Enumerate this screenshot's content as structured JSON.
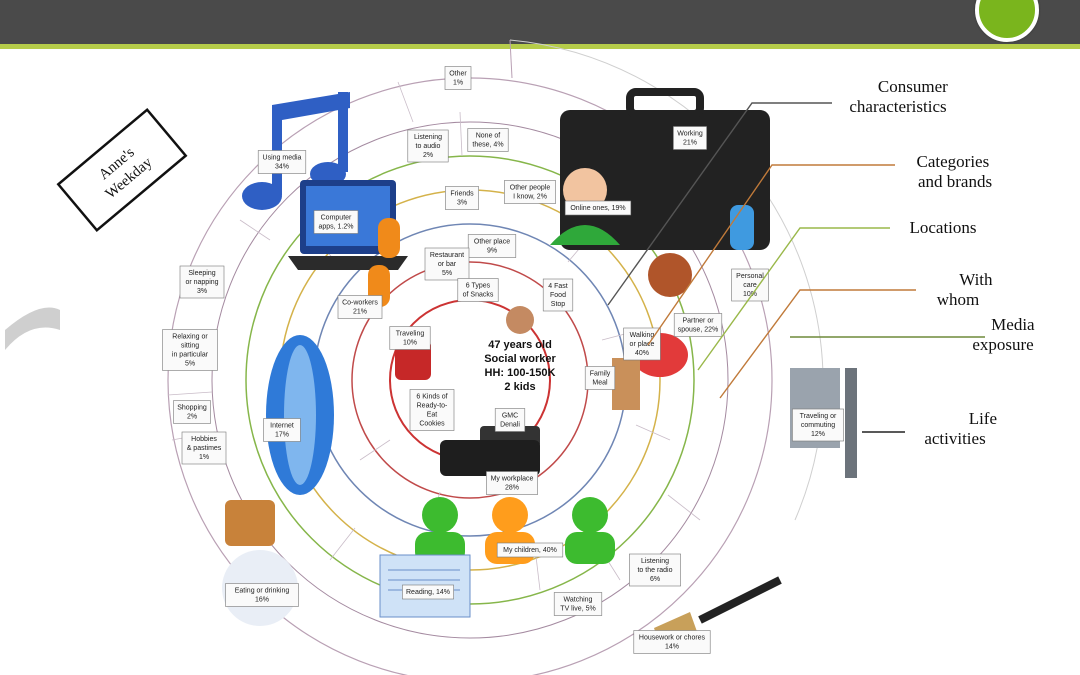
{
  "title_badge": "Anne's Weekday",
  "center": {
    "lines": [
      "47 years old",
      "Social worker",
      "HH: 100-150K",
      "2 kids"
    ]
  },
  "legend": [
    {
      "label_lines": [
        "Consumer",
        "characteristics"
      ],
      "color": "#555555"
    },
    {
      "label_lines": [
        "Categories",
        "and brands"
      ],
      "color": "#c07a3a"
    },
    {
      "label_lines": [
        "Locations"
      ],
      "color": "#9ab84a"
    },
    {
      "label_lines": [
        "With",
        "whom"
      ],
      "color": "#c07a3a"
    },
    {
      "label_lines": [
        "Media",
        "exposure"
      ],
      "color": "#6e8a3a"
    },
    {
      "label_lines": [
        "Life",
        "activities"
      ],
      "color": "#222222"
    }
  ],
  "rings": {
    "life_activities": [
      {
        "lines": [
          "Other",
          "1%"
        ]
      },
      {
        "lines": [
          "Working",
          "21%"
        ]
      },
      {
        "lines": [
          "Personal",
          "care",
          "10%"
        ]
      },
      {
        "lines": [
          "Traveling or",
          "commuting",
          "12%"
        ]
      },
      {
        "lines": [
          "Housework or chores",
          "14%"
        ]
      },
      {
        "lines": [
          "Eating or drinking",
          "16%"
        ]
      },
      {
        "lines": [
          "Hobbies",
          "& pastimes",
          "1%"
        ]
      },
      {
        "lines": [
          "Shopping",
          "2%"
        ]
      },
      {
        "lines": [
          "Relaxing or",
          "sitting",
          "in particular",
          "5%"
        ]
      },
      {
        "lines": [
          "Sleeping",
          "or napping",
          "3%"
        ]
      }
    ],
    "media_exposure": [
      {
        "lines": [
          "Using media",
          "34%"
        ]
      },
      {
        "lines": [
          "Computer",
          "apps, 1.2%"
        ]
      },
      {
        "lines": [
          "Listening",
          "to audio",
          "2%"
        ]
      },
      {
        "lines": [
          "None of",
          "these, 4%"
        ]
      },
      {
        "lines": [
          "Internet",
          "17%"
        ]
      },
      {
        "lines": [
          "Listening",
          "to the radio",
          "6%"
        ]
      },
      {
        "lines": [
          "Watching",
          "TV live, 5%"
        ]
      },
      {
        "lines": [
          "Reading, 14%"
        ]
      }
    ],
    "with_whom": [
      {
        "lines": [
          "Friends",
          "3%"
        ]
      },
      {
        "lines": [
          "Other people",
          "I know, 2%"
        ]
      },
      {
        "lines": [
          "Co-workers",
          "21%"
        ]
      },
      {
        "lines": [
          "Online ones, 19%"
        ]
      },
      {
        "lines": [
          "Partner or",
          "spouse, 22%"
        ]
      },
      {
        "lines": [
          "My children, 40%"
        ]
      }
    ],
    "locations": [
      {
        "lines": [
          "Other place",
          "9%"
        ]
      },
      {
        "lines": [
          "Restaurant",
          "or bar",
          "5%"
        ]
      },
      {
        "lines": [
          "Traveling",
          "10%"
        ]
      },
      {
        "lines": [
          "My workplace",
          "28%"
        ]
      },
      {
        "lines": [
          "Walking",
          "or place",
          "40%"
        ]
      }
    ],
    "brands": [
      {
        "lines": [
          "6 Types",
          "of Snacks"
        ]
      },
      {
        "lines": [
          "4 Fast",
          "Food",
          "Stop"
        ]
      },
      {
        "lines": [
          "6 Kinds of",
          "Ready-to-",
          "Eat",
          "Cookies"
        ]
      },
      {
        "lines": [
          "Family",
          "Meal"
        ]
      },
      {
        "lines": [
          "GMC",
          "Denali"
        ]
      }
    ]
  }
}
